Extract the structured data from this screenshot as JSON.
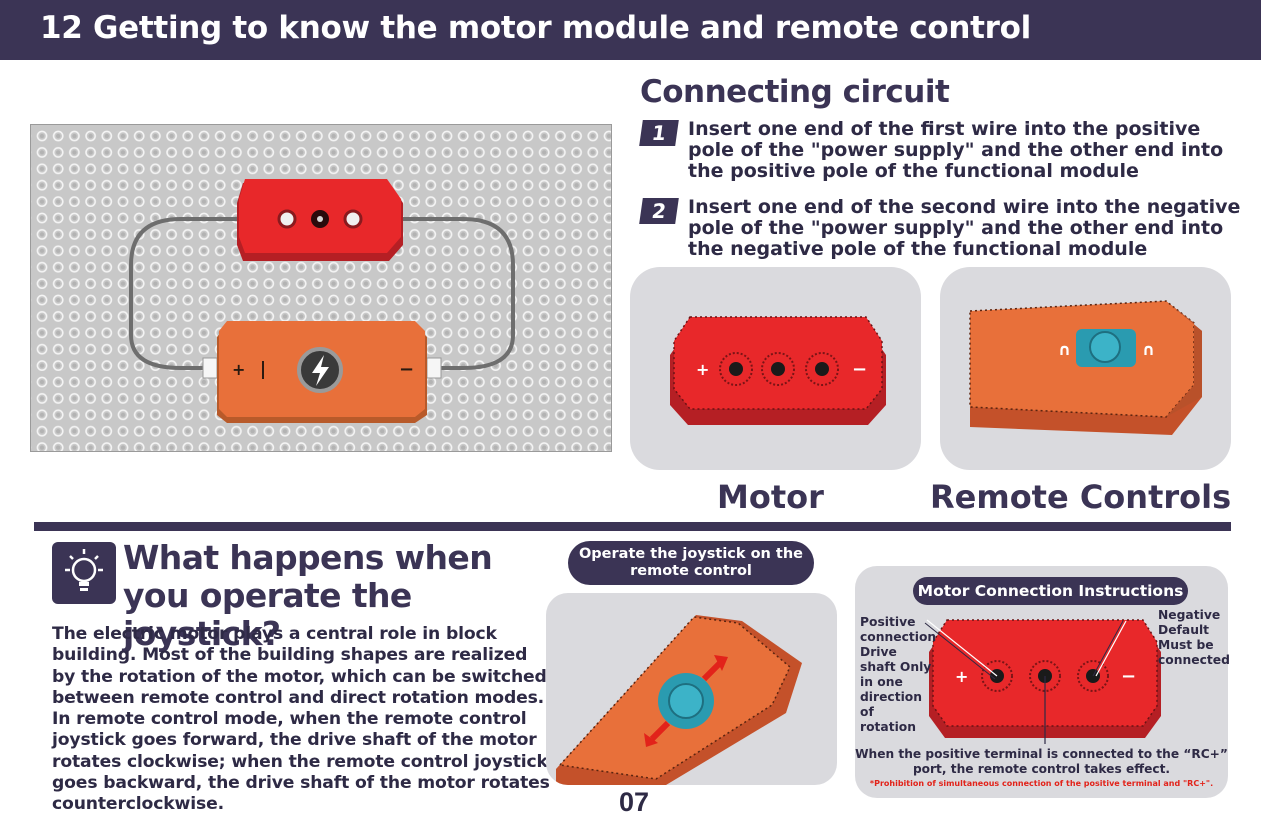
{
  "header": {
    "title": "12 Getting to know the motor module and remote control"
  },
  "circuit": {
    "title": "Connecting circuit",
    "steps": [
      {
        "number": "1",
        "text": "Insert one end of the first wire into the positive pole of the \"power supply\" and the other end into the positive pole of the functional module"
      },
      {
        "number": "2",
        "text": "Insert one end of the second wire into the negative pole of the \"power supply\" and the other end into the negative pole of the functional module"
      }
    ]
  },
  "photos": {
    "motor_label": "Motor",
    "remote_label": "Remote Controls"
  },
  "question": {
    "title": "What happens when you operate the joystick?",
    "body": "The electric motor plays a central role in block building. Most of the building shapes are realized by the rotation of the motor, which can be switched between remote control and direct rotation modes. In remote control mode, when the remote control joystick goes forward, the drive shaft of the motor rotates clockwise; when the remote control joystick goes backward, the drive shaft of the motor rotates counterclockwise."
  },
  "joystick": {
    "pill": "Operate the joystick on the remote control"
  },
  "page_number": "07",
  "motor_connection": {
    "pill": "Motor Connection Instructions",
    "positive_label": "Positive connection Drive shaft Only in one direction of rotation",
    "negative_label": "Negative Default Must be connected",
    "plus_sign": "+",
    "minus_sign": "−",
    "note": "When the positive terminal is connected to the “RC+” port, the remote control takes effect.",
    "warning": "*Prohibition of simultaneous connection of the positive terminal and \"RC+\"."
  },
  "board": {
    "battery_plus": "+",
    "battery_minus": "−"
  },
  "colors": {
    "navy": "#3b3455",
    "motor_red": "#e8282a",
    "remote_orange": "#e8703a",
    "joystick_teal": "#2a9bb0",
    "warning_red": "#e2231a"
  },
  "icons": [
    "lightbulb-icon",
    "lightning-icon",
    "joystick-icon",
    "rotation-arrow-icon"
  ]
}
